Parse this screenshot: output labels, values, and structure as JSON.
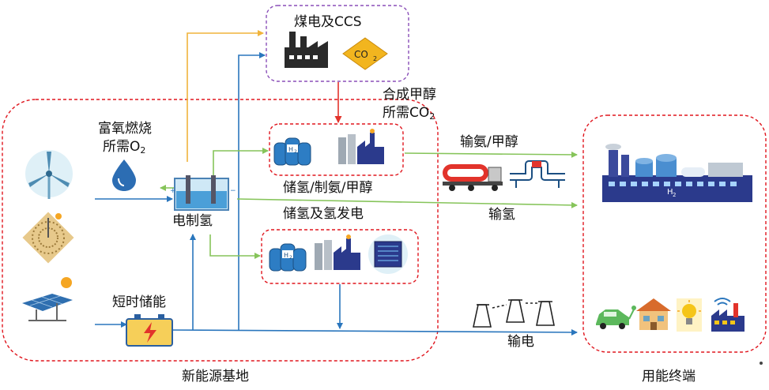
{
  "labels": {
    "coal_ccs": "煤电及CCS",
    "methanol_co2_line1": "合成甲醇",
    "methanol_co2_line2": "所需CO",
    "methanol_co2_sub": "2",
    "oxy_line1": "富氧燃烧",
    "oxy_line2": "所需O",
    "oxy_sub": "2",
    "electrolysis": "电制氢",
    "storage_ammonia_methanol": "储氢/制氨/甲醇",
    "storage_power": "储氢及氢发电",
    "short_storage": "短时储能",
    "transport_ammonia_methanol": "输氨/甲醇",
    "transport_h2": "输氢",
    "transport_power": "输电",
    "base": "新能源基地",
    "terminal": "用能终端",
    "co2_badge": "CO",
    "co2_badge_sub": "2",
    "h2_tag": "H",
    "h2_tag_sub": "2"
  },
  "colors": {
    "region_border": "#e0161e",
    "coal_border": "#8a4fb8",
    "flow_blue": "#2a76bd",
    "flow_green": "#86c45a",
    "flow_orange": "#f0b43c",
    "flow_red": "#e2332b",
    "co2_fill": "#f2b51f"
  },
  "icons": [
    "wind-turbine-icon",
    "solar-thermal-icon",
    "solar-panel-icon",
    "water-drop-icon",
    "electrolyzer-icon",
    "battery-icon",
    "factory-icon",
    "co2-badge-icon",
    "hydrogen-tank-icon",
    "tanker-truck-icon",
    "pipeline-icon",
    "transmission-tower-icon",
    "industrial-park-icon",
    "electric-car-icon",
    "house-icon",
    "light-bulb-icon",
    "smart-factory-icon"
  ]
}
